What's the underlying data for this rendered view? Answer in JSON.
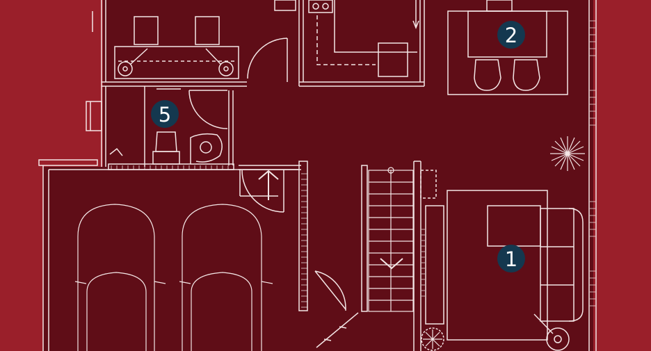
{
  "colors": {
    "background": "#9a1f2a",
    "floor": "#5f0d17",
    "line": "#f4e6e6",
    "marker_fill": "#14384f",
    "marker_text": "#ffffff"
  },
  "markers": [
    {
      "label": "1"
    },
    {
      "label": "2"
    },
    {
      "label": "5"
    }
  ]
}
